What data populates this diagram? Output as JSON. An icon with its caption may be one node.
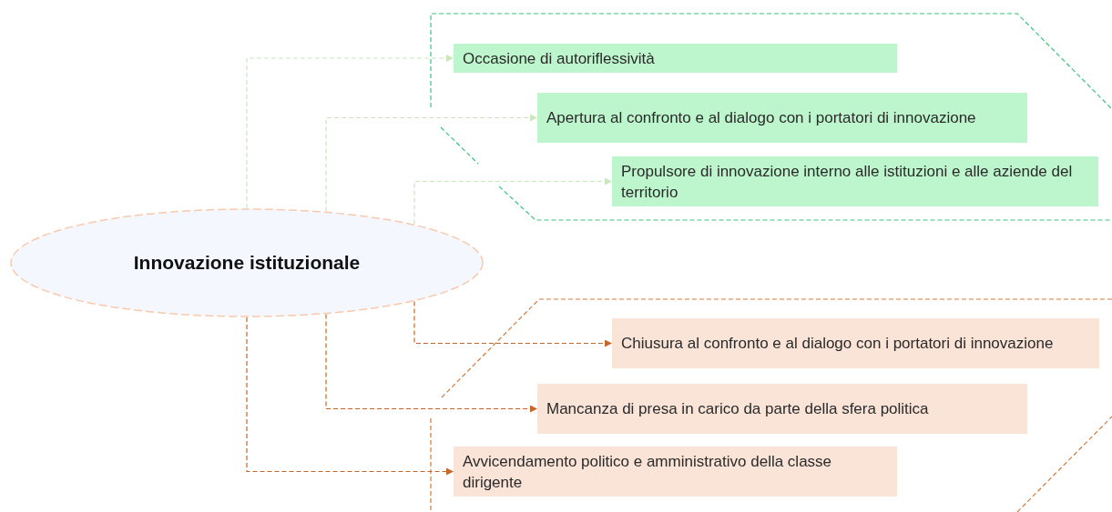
{
  "diagram": {
    "nodes": [
      {
        "text": [
          "Innovazione istituzionale"
        ]
      },
      {
        "text": [
          "Occasione di autoriflessività"
        ]
      },
      {
        "text": [
          "Apertura al confronto e al dialogo con i portatori di innovazione"
        ]
      },
      {
        "text": [
          "Propulsore di innovazione interno alle istituzioni e alle aziende del territorio"
        ]
      },
      {
        "text": [
          "Chiusura al confronto e al dialogo con i portatori di innovazione"
        ]
      },
      {
        "text": [
          "Mancanza di presa in carico da parte della sfera politica"
        ]
      },
      {
        "text": [
          "Avvicendamento politico e amministrativo della classe dirigente"
        ]
      }
    ],
    "edges": [
      {
        "from": 0,
        "to": 1,
        "arrow": "to",
        "style": "dashed",
        "color": "#c9e6bc"
      },
      {
        "from": 0,
        "to": 2,
        "arrow": "to",
        "style": "dashed",
        "color": "#c9e6bc"
      },
      {
        "from": 0,
        "to": 3,
        "arrow": "to",
        "style": "dashed",
        "color": "#c9e6bc"
      },
      {
        "from": 0,
        "to": 4,
        "arrow": "to",
        "style": "dashed",
        "color": "#c8652a"
      },
      {
        "from": 0,
        "to": 5,
        "arrow": "to",
        "style": "dashed",
        "color": "#c8652a"
      },
      {
        "from": 0,
        "to": 6,
        "arrow": "to",
        "style": "dashed",
        "color": "#c8652a"
      }
    ]
  }
}
